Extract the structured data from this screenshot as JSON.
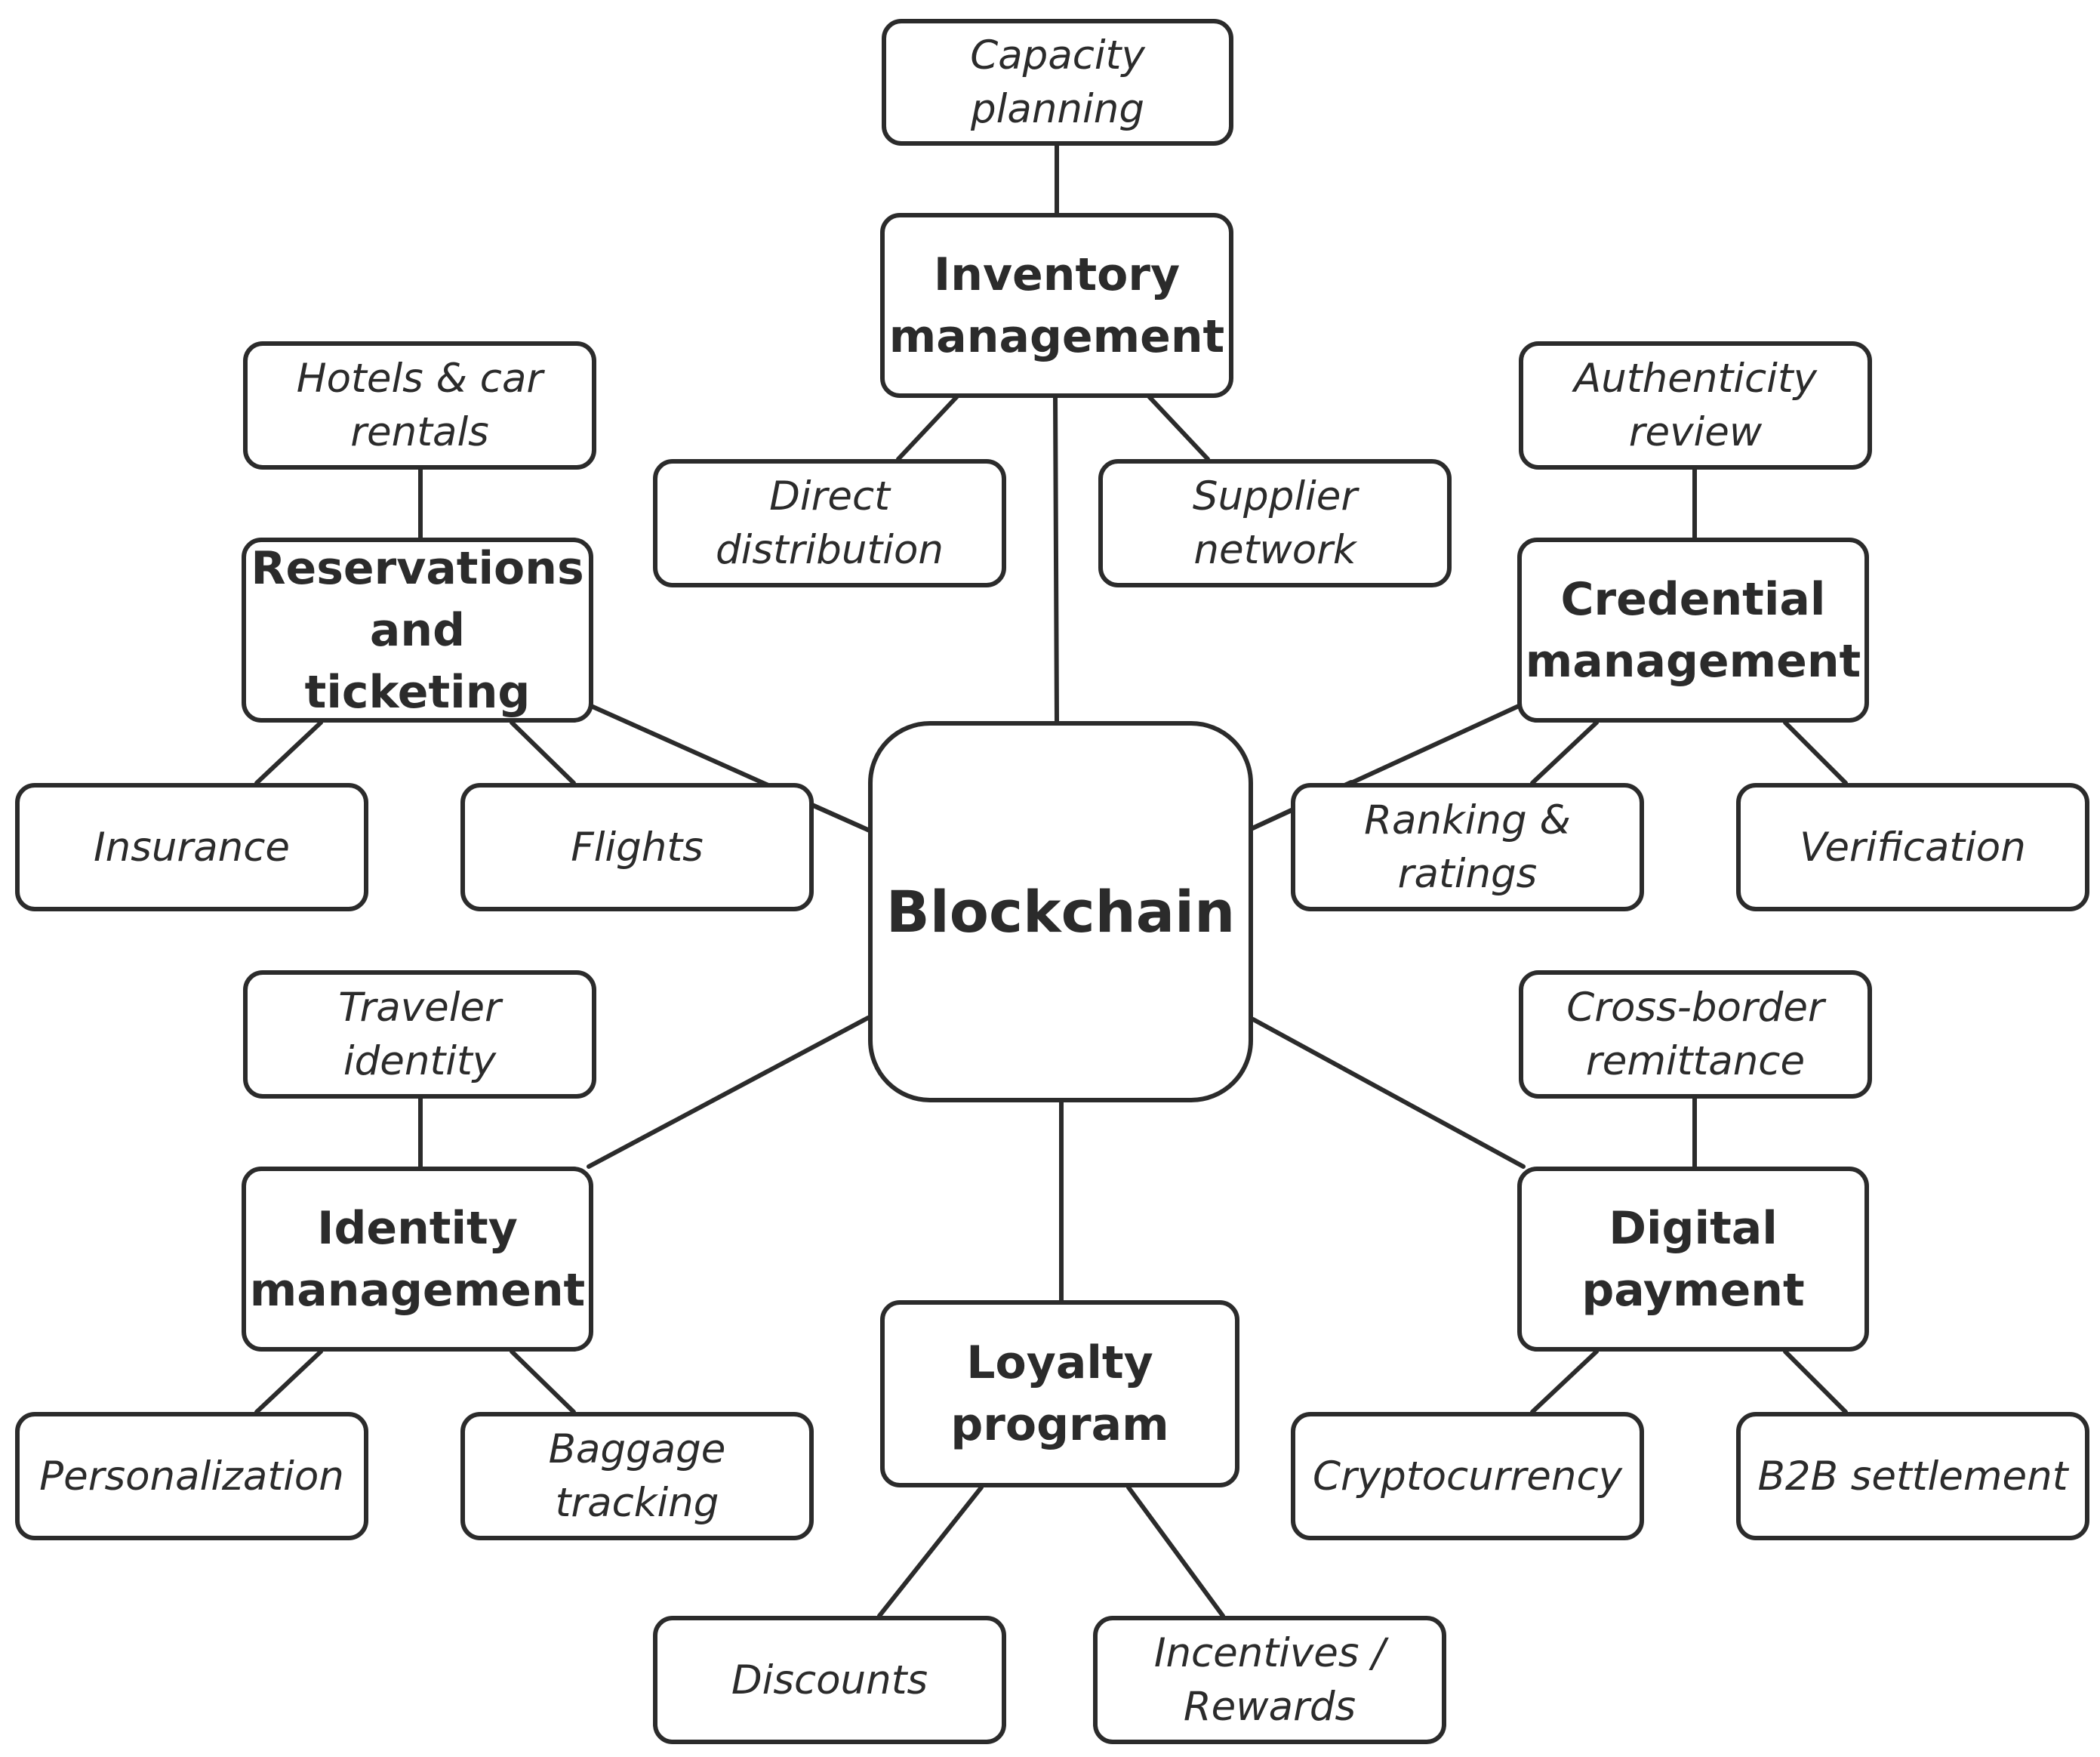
{
  "center": {
    "label": "Blockchain"
  },
  "hubs": {
    "inventory": "Inventory\nmanagement",
    "reservations": "Reservations\nand ticketing",
    "credential": "Credential\nmanagement",
    "identity": "Identity\nmanagement",
    "payment": "Digital\npayment",
    "loyalty": "Loyalty\nprogram"
  },
  "leaves": {
    "capacity_planning": "Capacity\nplanning",
    "direct_distribution": "Direct\ndistribution",
    "supplier_network": "Supplier\nnetwork",
    "hotels_car_rentals": "Hotels & car\nrentals",
    "insurance": "Insurance",
    "flights": "Flights",
    "authenticity_review": "Authenticity\nreview",
    "ranking_ratings": "Ranking &\nratings",
    "verification": "Verification",
    "traveler_identity": "Traveler\nidentity",
    "personalization": "Personalization",
    "baggage_tracking": "Baggage\ntracking",
    "cross_border_remittance": "Cross-border\nremittance",
    "cryptocurrency": "Cryptocurrency",
    "b2b_settlement": "B2B settlement",
    "discounts": "Discounts",
    "incentives_rewards": "Incentives /\nRewards"
  }
}
